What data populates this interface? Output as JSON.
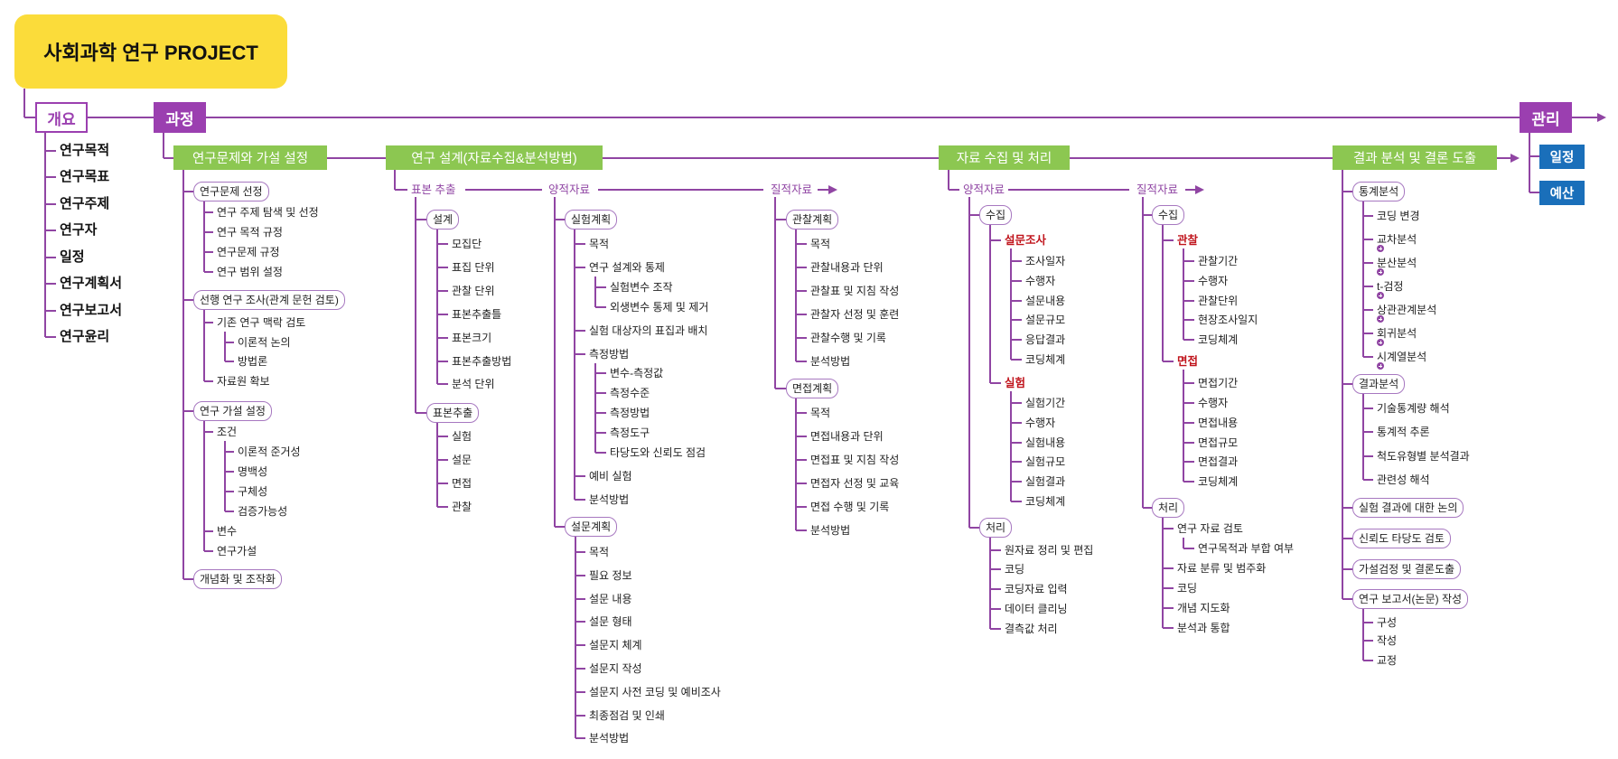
{
  "title": "사회과학 연구 PROJECT",
  "overview": {
    "label": "개요",
    "items": [
      "연구목적",
      "연구목표",
      "연구주제",
      "연구자",
      "일정",
      "연구계획서",
      "연구보고서",
      "연구윤리"
    ]
  },
  "process": {
    "label": "과정"
  },
  "management": {
    "label": "관리",
    "items": [
      "일정",
      "예산"
    ]
  },
  "s1": {
    "label": "연구문제와 가설 설정",
    "a": {
      "label": "연구문제 선정",
      "items": [
        "연구 주제 탐색 및 선정",
        "연구 목적 규정",
        "연구문제 규정",
        "연구 범위 설정"
      ]
    },
    "b": {
      "label": "선행 연구 조사(관계 문헌 검토)",
      "items": [
        "기존 연구 맥락 검토",
        "자료원 확보"
      ],
      "sub": [
        "이론적 논의",
        "방법론"
      ]
    },
    "c": {
      "label": "연구 가설 설정",
      "items": [
        "조건",
        "변수",
        "연구가설"
      ],
      "sub": [
        "이론적 준거성",
        "명백성",
        "구체성",
        "검증가능성"
      ]
    },
    "d": {
      "label": "개념화 및 조작화"
    }
  },
  "s2": {
    "label": "연구 설계(자료수집&분석방법)",
    "sampling": {
      "label": "표본 추출",
      "design": {
        "label": "설계",
        "items": [
          "모집단",
          "표집 단위",
          "관찰 단위",
          "표본추출틀",
          "표본크기",
          "표본추출방법",
          "분석 단위"
        ]
      },
      "extract": {
        "label": "표본추출",
        "items": [
          "실험",
          "설문",
          "면접",
          "관찰"
        ]
      }
    },
    "quant": {
      "label": "양적자료",
      "exp": {
        "label": "실험계획",
        "items": [
          "목적",
          "연구 설계와 통제",
          "실험 대상자의 표집과 배치",
          "측정방법",
          "예비 실험",
          "분석방법"
        ],
        "control_sub": [
          "실험변수 조작",
          "외생변수 통제 및 제거"
        ],
        "measure_sub": [
          "변수-측정값",
          "측정수준",
          "측정방법",
          "측정도구",
          "타당도와 신뢰도 점검"
        ]
      },
      "survey": {
        "label": "설문계획",
        "items": [
          "목적",
          "필요 정보",
          "설문 내용",
          "설문 형태",
          "설문지 체계",
          "설문지 작성",
          "설문지 사전 코딩 및 예비조사",
          "최종점검 및 인쇄",
          "분석방법"
        ]
      }
    },
    "qual": {
      "label": "질적자료",
      "obs": {
        "label": "관찰계획",
        "items": [
          "목적",
          "관찰내용과 단위",
          "관찰표 및 지침 작성",
          "관찰자 선정 및 훈련",
          "관찰수행 및 기록",
          "분석방법"
        ]
      },
      "interview": {
        "label": "면접계획",
        "items": [
          "목적",
          "면접내용과 단위",
          "면접표 및 지침 작성",
          "면접자 선정 및 교육",
          "면접 수행 및 기록",
          "분석방법"
        ]
      }
    }
  },
  "s3": {
    "label": "자료 수집 및 처리",
    "quant": {
      "label": "양적자료",
      "collect": {
        "label": "수집",
        "survey": {
          "label": "설문조사",
          "items": [
            "조사일자",
            "수행자",
            "설문내용",
            "설문규모",
            "응답결과",
            "코딩체계"
          ]
        },
        "exp": {
          "label": "실험",
          "items": [
            "실험기간",
            "수행자",
            "실험내용",
            "실험규모",
            "실험결과",
            "코딩체계"
          ]
        }
      },
      "process": {
        "label": "처리",
        "items": [
          "원자료 정리 및 편집",
          "코딩",
          "코딩자료 입력",
          "데이터 클리닝",
          "결측값 처리"
        ]
      }
    },
    "qual": {
      "label": "질적자료",
      "collect": {
        "label": "수집",
        "obs": {
          "label": "관찰",
          "items": [
            "관찰기간",
            "수행자",
            "관찰단위",
            "현장조사일지",
            "코딩체계"
          ]
        },
        "interview": {
          "label": "면접",
          "items": [
            "면접기간",
            "수행자",
            "면접내용",
            "면접규모",
            "면접결과",
            "코딩체계"
          ]
        }
      },
      "process": {
        "label": "처리",
        "items": [
          "연구 자료 검토",
          "자료 분류 및 범주화",
          "코딩",
          "개념 지도화",
          "분석과 통합"
        ],
        "sub": [
          "연구목적과 부합 여부"
        ]
      }
    }
  },
  "s4": {
    "label": "결과 분석 및 결론 도출",
    "stat": {
      "label": "통계분석",
      "items": [
        "코딩 변경",
        "교차분석",
        "분산분석",
        "t-검정",
        "상관관계분석",
        "회귀분석",
        "시계열분석"
      ]
    },
    "result": {
      "label": "결과분석",
      "items": [
        "기술통계량 해석",
        "통계적 추론",
        "척도유형별 분석결과",
        "관련성 해석"
      ]
    },
    "discussion": {
      "label": "실험 결과에 대한 논의"
    },
    "reliability": {
      "label": "신뢰도 타당도 검토"
    },
    "hypothesis": {
      "label": "가설검정 및 결론도출"
    },
    "report": {
      "label": "연구 보고서(논문) 작성",
      "items": [
        "구성",
        "작성",
        "교정"
      ]
    }
  },
  "colors": {
    "title_bg": "#fbdc3a",
    "purple": "#9b3fb0",
    "green": "#8cc751",
    "blue": "#1a6fba",
    "red": "#c0141c"
  }
}
